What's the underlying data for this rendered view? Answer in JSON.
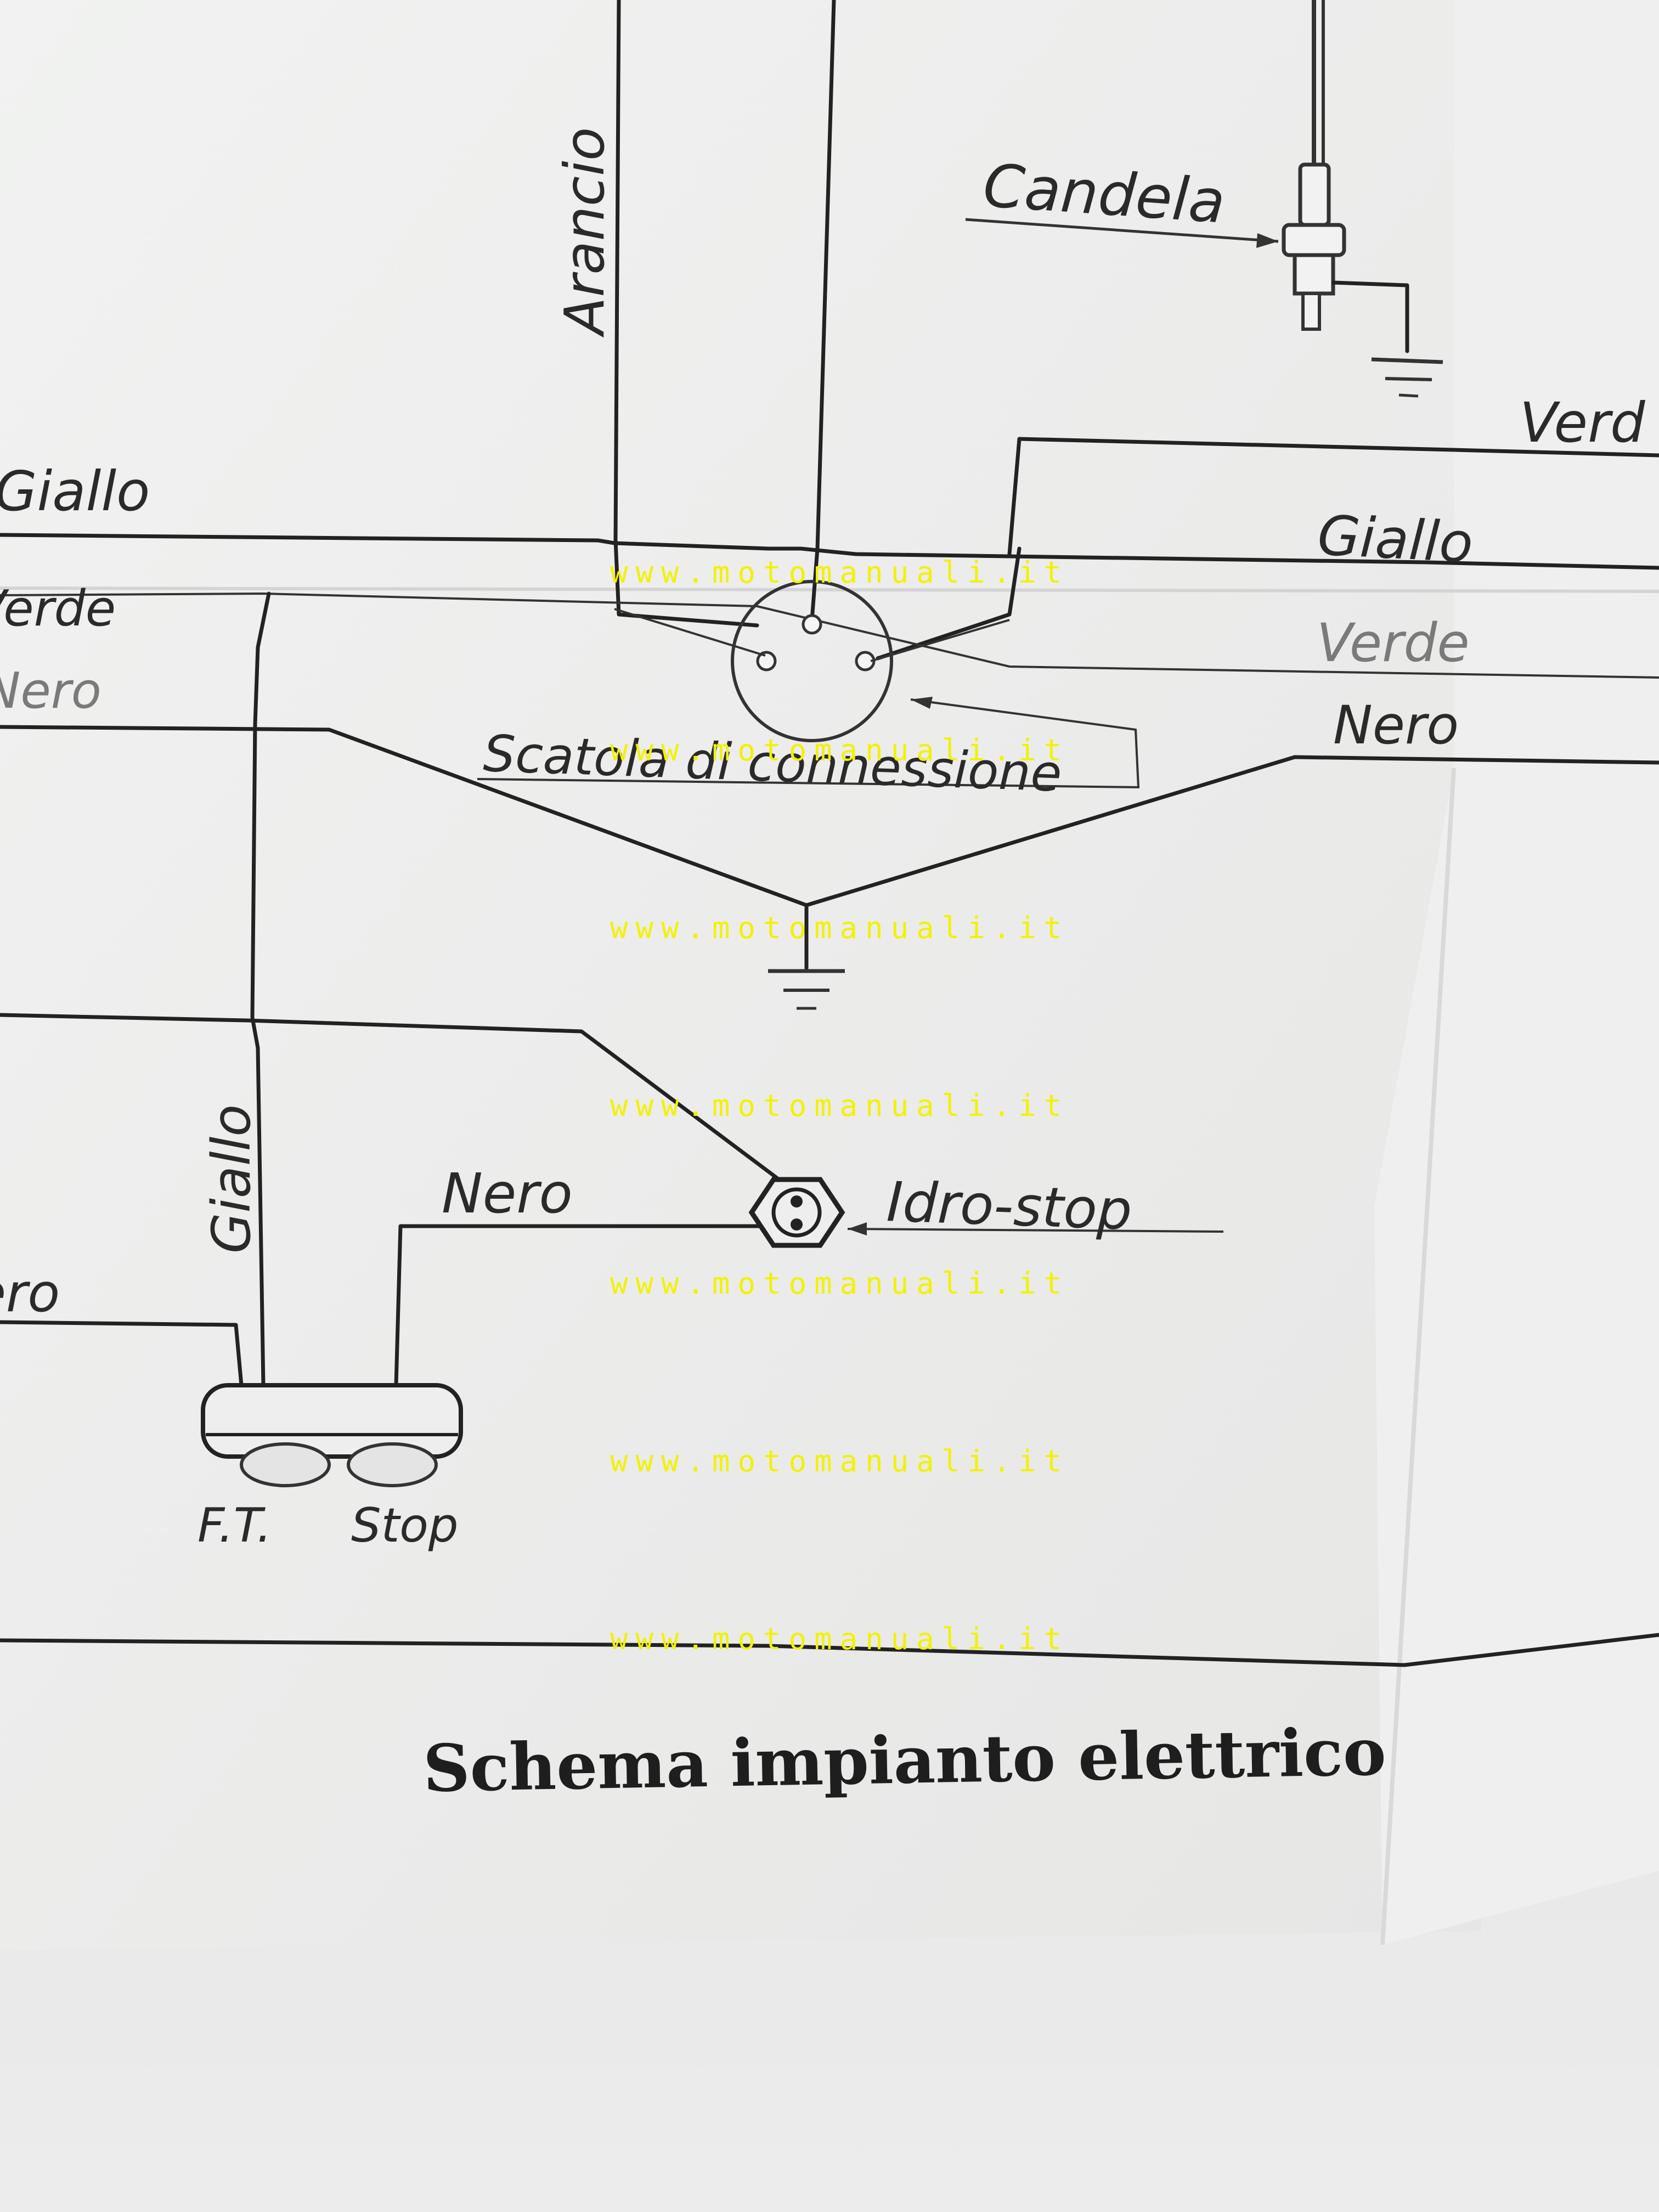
{
  "diagram": {
    "labels": {
      "arancio": "Arancio",
      "candela": "Candela",
      "verde_right_top": "Verd",
      "giallo_left": "Giallo",
      "giallo_right": "Giallo",
      "verde_left": "Verde",
      "verde_right": "Verde",
      "nero_left": "Nero",
      "nero_right": "Nero",
      "scatola": "Scatola di connessione",
      "giallo_vertical": "Giallo",
      "nero_middle": "Nero",
      "idro_stop": "Idro-stop",
      "nero_bottom_left": "Nero",
      "ft": "F.T.",
      "stop": "Stop"
    },
    "caption": "Schema impianto elettrico",
    "components": {
      "spark_plug": "Candela",
      "junction_box": "Scatola di connessione",
      "brake_switch": "Idro-stop",
      "tail_light": "F.T. Stop"
    },
    "wire_colors": [
      "Arancio",
      "Giallo",
      "Verde",
      "Nero"
    ]
  },
  "watermark": {
    "text": "www.motomanuali.it",
    "color": "#f2f200",
    "count": 7
  }
}
